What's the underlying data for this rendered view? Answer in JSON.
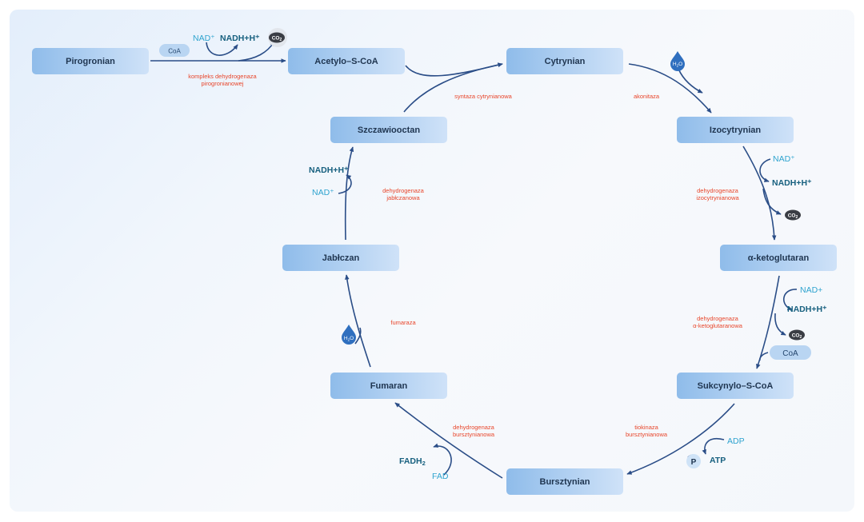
{
  "boxes": {
    "pirogronian": "Pirogronian",
    "acetylo": "Acetylo–S-CoA",
    "cytrynian": "Cytrynian",
    "izocytrynian": "Izocytrynian",
    "ketoglutaran": "α-ketoglutaran",
    "sukcynylo": "Sukcynylo–S-CoA",
    "bursztynian": "Bursztynian",
    "fumaran": "Fumaran",
    "jablczan": "Jabłczan",
    "szczawiooctan": "Szczawiooctan"
  },
  "enzymes": {
    "pdh_1": "kompleks dehydrogenaza",
    "pdh_2": "pirogronianowej",
    "citrate_synthase": "syntaza cytrynianowa",
    "aconitase": "akonitaza",
    "idh_1": "dehydrogenaza",
    "idh_2": "izocytrynianowa",
    "akgdh_1": "dehydrogenaza",
    "akgdh_2": "α-ketoglutaranowa",
    "scs_1": "tiokinaza",
    "scs_2": "bursztynianowa",
    "sdh_1": "dehydrogenaza",
    "sdh_2": "bursztynianowa",
    "fumarase": "fumaraza",
    "mdh_1": "dehydrogenaza",
    "mdh_2": "jabłczanowa"
  },
  "cofactors": {
    "coa": "CoA",
    "nad_plus": "NAD⁺",
    "nadh": "NADH+H⁺",
    "co2_base": "CO",
    "co2_sub": "2",
    "h2o_h": "H",
    "h2o_sub": "2",
    "h2o_o": "O",
    "nad_plain": "NAD+",
    "adp": "ADP",
    "atp": "ATP",
    "p": "P",
    "fad": "FAD",
    "fadh_base": "FADH",
    "fadh_sub": "2"
  },
  "colors": {
    "box_start": "#8fbcea",
    "box_end": "#cfe2f8",
    "arrow": "#2a4d87",
    "enzyme_text": "#e8462b",
    "cofactor_light": "#2ea3cf",
    "cofactor_dark": "#17607f",
    "co2_cloud": "#3a3d44",
    "water_drop": "#2f6fbf"
  }
}
